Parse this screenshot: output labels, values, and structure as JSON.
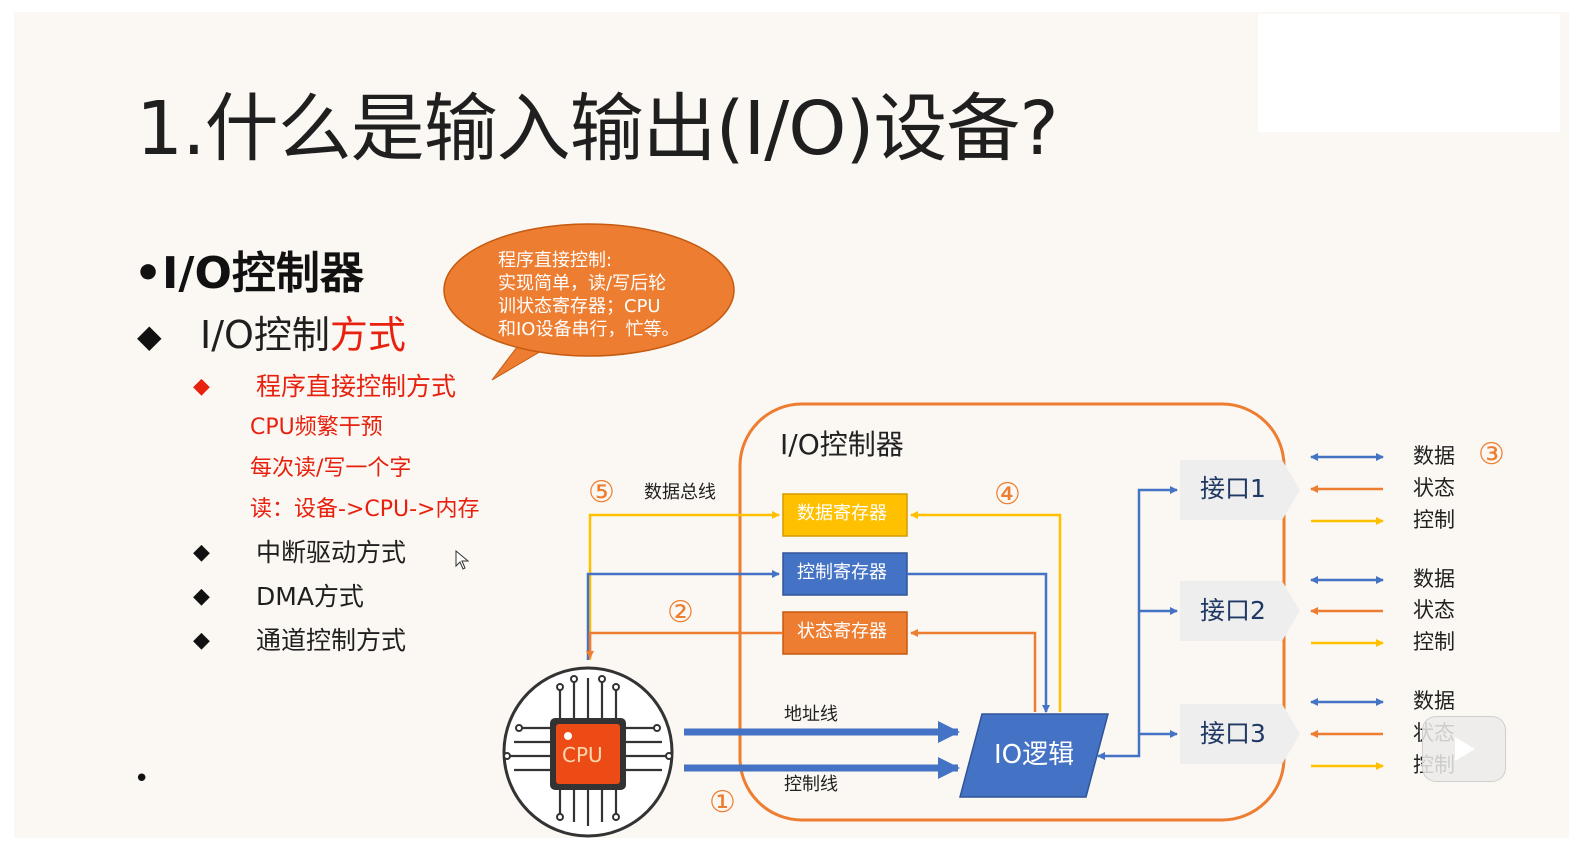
{
  "slide": {
    "title": "1.什么是输入输出(I/O)设备?",
    "heading_bullet": "•",
    "heading": "I/O控制器",
    "subheading_prefix": "I/O控制",
    "subheading_accent": "方式",
    "diamond": "◆",
    "methods": [
      {
        "label": "程序直接控制方式"
      },
      {
        "label": "中断驱动方式"
      },
      {
        "label": "DMA方式"
      },
      {
        "label": "通道控制方式"
      }
    ],
    "notes": [
      "CPU频繁干预",
      "每次读/写一个字",
      "读：设备->CPU->内存"
    ],
    "stray_bullet": "•"
  },
  "bubble": {
    "lines": [
      "程序直接控制:",
      "实现简单，读/写后轮",
      "训状态寄存器；CPU",
      "和IO设备串行，忙等。"
    ]
  },
  "diagram": {
    "controller_label": "I/O控制器",
    "registers": [
      "数据寄存器",
      "控制寄存器",
      "状态寄存器"
    ],
    "io_logic": "IO逻辑",
    "cpu": "CPU",
    "buses": {
      "data": "数据总线",
      "address": "地址线",
      "control": "控制线"
    },
    "ports": [
      "接口1",
      "接口2",
      "接口3"
    ],
    "port_signals": [
      "数据",
      "状态",
      "控制"
    ],
    "steps": [
      "①",
      "②",
      "③",
      "④",
      "⑤"
    ]
  },
  "colors": {
    "orange": "#ed7d31",
    "blue": "#4472c4",
    "yellow": "#ffc000",
    "red": "#e8210f",
    "port_bg": "#eeeeee"
  },
  "icons": [
    "cpu-chip-icon",
    "mouse-cursor-icon",
    "play-button-icon"
  ]
}
